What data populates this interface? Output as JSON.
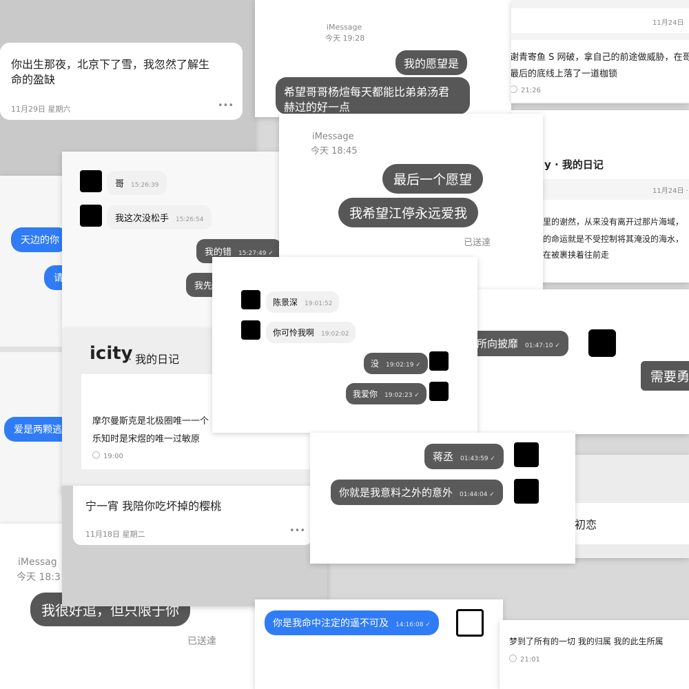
{
  "note_top": {
    "text1": "你出生那夜，北京下了雪，我忽然了解生",
    "text2": "命的盈缺",
    "date": "11月29日 星期六",
    "more": "•••"
  },
  "imsg_top": {
    "service": "iMessage",
    "time": "今天 19:28",
    "b1": "我的愿望是",
    "b2a": "希望哥哥杨煊每天都能比弟弟汤君",
    "b2b": "赫过的好一点"
  },
  "imsg_mid": {
    "service": "iMessage",
    "time": "今天 18:45",
    "b1": "最后一个愿望",
    "b2": "我希望江停永远爱我",
    "status": "已送達"
  },
  "diary_tr": {
    "date": "11月24日",
    "line1": "谢青寄鱼 S 网破，拿自己的前途做威胁，在哥",
    "line2": "最后的底线上落了一道枷锁",
    "time": "21:26"
  },
  "diary_mr": {
    "brand": "y · 我的日记",
    "date": "11月24日 · 星",
    "line1": "里的谢然，从来没有离开过那片海域，",
    "line2": "的命运就是不受控制将其淹没的海水，",
    "line3": "在被裹挟着往前走"
  },
  "left_blue": {
    "b1": "天边的你",
    "b2": "请",
    "b3": "爱是两颗逃"
  },
  "chat_a": {
    "m1": "哥",
    "t1": "15:26:39",
    "m2": "我这次没松手",
    "t2": "15:26:54",
    "m3": "我的错",
    "t3": "15:27:49 ✓",
    "m4": "我先"
  },
  "icity": {
    "brand": "icity",
    "sub": "· 我的日记",
    "line1": "摩尔曼斯克是北极圈唯一一个",
    "line2": "乐知时是宋煜的唯一过敏原",
    "time": "19:00"
  },
  "chat_c": {
    "m1": "陈景深",
    "t1": "19:01:52",
    "m2": "你可怜我啊",
    "t2": "19:02:02",
    "m3": "没",
    "t3": "19:02:19 ✓",
    "m4": "我爱你",
    "t4": "19:02:23 ✓"
  },
  "chat_r": {
    "m1": "所向披靡",
    "t1": "01:47:10 ✓",
    "big": "需要勇"
  },
  "note_mid": {
    "text": "宁一宵 我陪你吃坏掉的樱桃",
    "date": "11月18日 星期二",
    "more": "•••"
  },
  "chat_d": {
    "m1": "蒋丞",
    "t1": "01:43:59 ✓",
    "m2": "你就是我意料之外的意外",
    "t2": "01:44:04 ✓"
  },
  "imsg_bl": {
    "service": "iMessag",
    "time": "今天 18:3",
    "b1": "我很好追，但只限于你",
    "status": "已送達"
  },
  "blue_bottom": {
    "text": "你是我命中注定的遥不可及",
    "time": "14:16:08 ✓"
  },
  "first_love": {
    "text": "初恋"
  },
  "diary_br": {
    "line": "梦到了所有的一切  我的归属  我的此生所属",
    "time": "21:01"
  }
}
